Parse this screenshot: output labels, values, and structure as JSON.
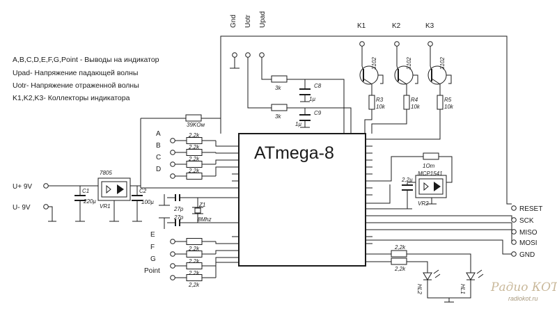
{
  "legend": [
    "A,B,C,D,E,F,G,Point - Выводы на индикатор",
    "Upad- Напряжение падающей волны",
    "Uotr- Напряжение отраженной волны",
    "K1,K2,K3- Коллекторы индикатора"
  ],
  "chip": {
    "name": "ATmega-8"
  },
  "top_probes": [
    "Gnd",
    "Uotr",
    "Upad"
  ],
  "collectors": [
    {
      "label": "K1",
      "transistor": "3102",
      "resistor": "R3",
      "value": "10k"
    },
    {
      "label": "K2",
      "transistor": "3102",
      "resistor": "R4",
      "value": "10k"
    },
    {
      "label": "K3",
      "transistor": "3102",
      "resistor": "R5",
      "value": "10k"
    }
  ],
  "segments_top": [
    {
      "label": "A",
      "value": "2,2k"
    },
    {
      "label": "B",
      "value": "2,2k"
    },
    {
      "label": "C",
      "value": "2,2k"
    },
    {
      "label": "D",
      "value": "2,2k"
    }
  ],
  "segments_bottom": [
    {
      "label": "E",
      "value": "2,2k"
    },
    {
      "label": "F",
      "value": "2,2k"
    },
    {
      "label": "G",
      "value": "2,2k"
    },
    {
      "label": "Point",
      "value": "2,2k"
    }
  ],
  "components": {
    "r_feedback": "39KОм",
    "r_div1": "3k",
    "r_div2": "3k",
    "c8": {
      "name": "C8",
      "value": "1µ"
    },
    "c9": {
      "name": "C9",
      "value": "1µ"
    },
    "vr1": {
      "type": "7805",
      "name": "VR1"
    },
    "c1": {
      "name": "C1",
      "value": "220µ"
    },
    "c2": {
      "name": "C2",
      "value": "100µ"
    },
    "xtal": {
      "name": "Z1",
      "freq": "8Mhz",
      "cap1": "27p",
      "cap2": "27p"
    },
    "vr2": {
      "type": "MCP1541",
      "name": "VR2"
    },
    "r_ref": "1Om",
    "c_ref": "2,2µ",
    "led1": {
      "name": "HL1",
      "resistor": "2,2k"
    },
    "led2": {
      "name": "HL2",
      "resistor": "2,2k"
    }
  },
  "power": {
    "plus": "U+ 9V",
    "minus": "U- 9V"
  },
  "isp": [
    "RESET",
    "SCK",
    "MISO",
    "MOSI",
    "GND"
  ],
  "watermark": {
    "line1": "Радио КОТ",
    "line2": "radiokot.ru"
  }
}
